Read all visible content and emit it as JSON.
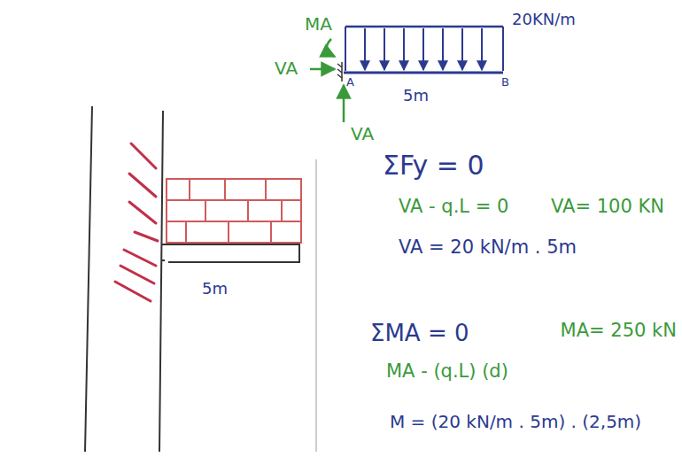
{
  "diagram": {
    "labels": [
      "MA",
      "VA",
      "A",
      "B",
      "5m",
      "20KN/m",
      "VA",
      "5m",
      "ΣFy = 0",
      "VA - q.L = 0",
      "VA= 100 KN",
      "VA = 20 kN/m . 5m",
      "ΣMA = 0",
      "MA= 250 kN",
      "MA - (q.L) (d)",
      "M = (20 kN/m . 5m) . (2,5m)"
    ]
  }
}
